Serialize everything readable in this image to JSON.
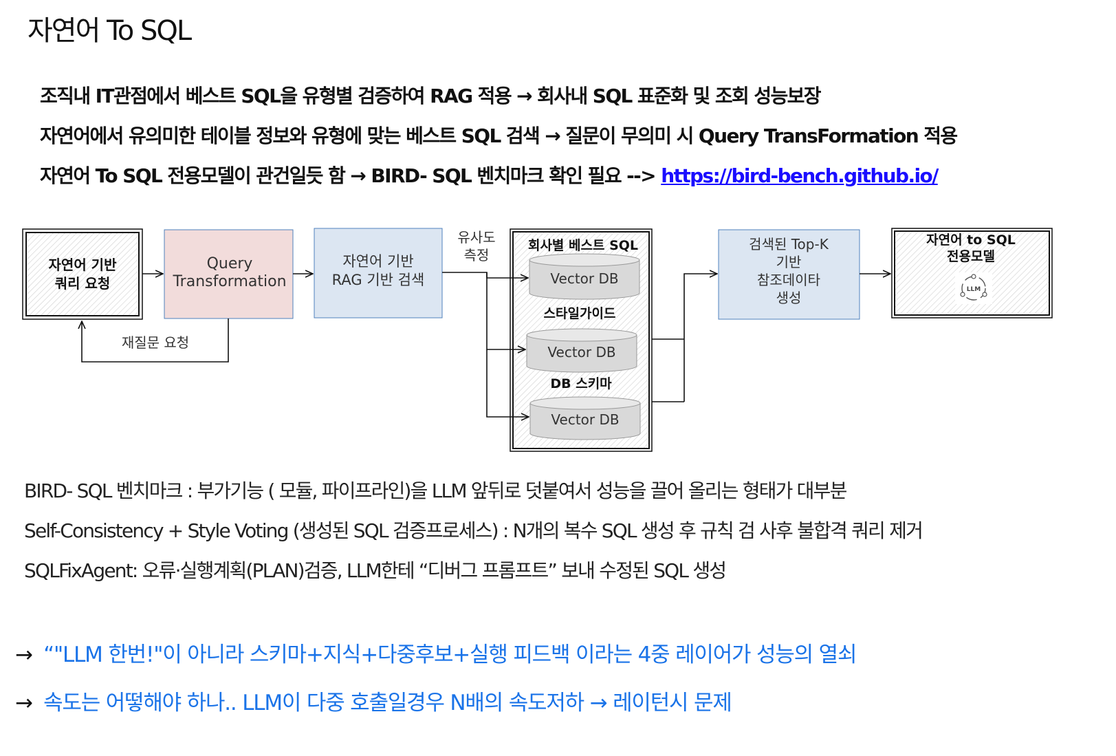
{
  "title": "자연어 To SQL",
  "intro_lines": {
    "line1": "조직내 IT관점에서 베스트 SQL을 유형별 검증하여 RAG 적용 → 회사내 SQL 표준화 및 조회 성능보장",
    "line2": "자연어에서 유의미한 테이블 정보와 유형에 맞는 베스트 SQL 검색  → 질문이 무의미 시 Query TransFormation 적용",
    "line3_text": "자연어 To SQL 전용모델이 관건일듯 함 → BIRD- SQL 벤치마크 확인 필요 --> ",
    "line3_link": "https://bird-bench.github.io/"
  },
  "diagram": {
    "box_request": {
      "line1": "자연어 기반",
      "line2": "쿼리 요청"
    },
    "box_query_transformation": {
      "line1": "Query",
      "line2": "Transformation"
    },
    "box_rag_search": {
      "line1": "자연어 기반",
      "line2": "RAG 기반 검색"
    },
    "similarity_label": {
      "line1": "유사도",
      "line2": "측정"
    },
    "db_group": {
      "title": "회사별 베스트 SQL",
      "label_style": "스타일가이드",
      "label_schema": "DB 스키마",
      "db_label": "Vector DB"
    },
    "box_topk": {
      "line1": "검색된 Top-K",
      "line2": "기반",
      "line3": "참조데이타",
      "line4": "생성"
    },
    "box_model": {
      "line1": "자연어 to SQL",
      "line2": "전용모델",
      "icon_text": "LLM"
    },
    "feedback_label": "재질문 요청"
  },
  "notes": [
    "BIRD- SQL  벤치마크 : 부가기능 ( 모듈, 파이프라인)을 LLM 앞뒤로 덧붙여서 성능을 끌어 올리는  형태가 대부분",
    "Self-Consistency + Style Voting (생성된  SQL 검증프로세스) : N개의 복수 SQL 생성 후 규칙 검 사후 불합격 쿼리 제거",
    "SQLFixAgent:  오류·실행계획(PLAN)검증,   LLM한테 “디버그 프롬프트”  보내  수정된 SQL 생성"
  ],
  "conclusions": {
    "arrow": "→",
    "line1": "“\"LLM 한번!\"이 아니라 스키마+지식+다중후보+실행 피드백 이라는 4중 레이어가 성능의 열쇠",
    "line2": "속도는 어떻해야 하나.. LLM이 다중 호출일경우 N배의 속도저하 → 레이턴시 문제"
  },
  "colors": {
    "qt_fill": "#f2dcdb",
    "blue_fill": "#dce6f2",
    "blue_border": "#4f81bd",
    "db_fill": "#d9d9d9",
    "link": "#1a0dff",
    "conclusion": "#1a73e8"
  }
}
